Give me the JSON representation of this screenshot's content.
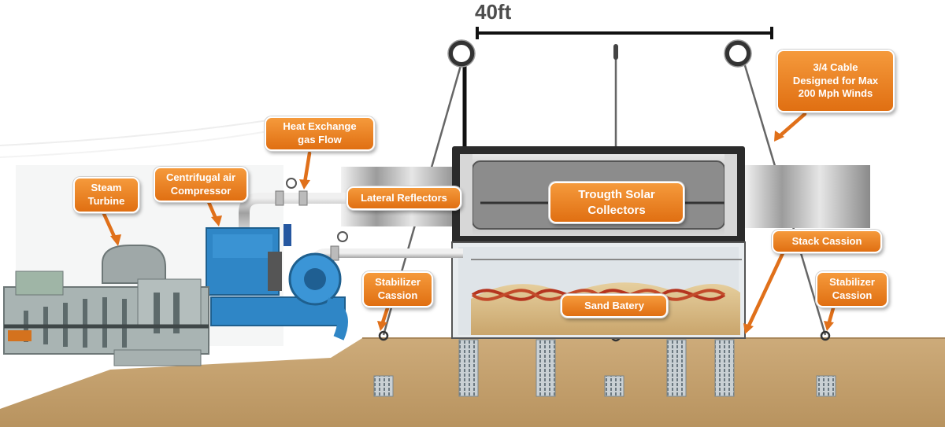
{
  "dimension": {
    "label": "40ft"
  },
  "callouts": {
    "steam_turbine": "Steam\nTurbine",
    "compressor": "Centrifugal air\nCompressor",
    "heat_exchange": "Heat Exchange\ngas Flow",
    "lateral_reflectors": "Lateral Reflectors",
    "trough_collectors": "Trougth Solar\nCollectors",
    "cable": "3/4 Cable\nDesigned for Max\n200 Mph Winds",
    "stack_cassion": "Stack Cassion",
    "stabilizer_left": "Stabilizer\nCassion",
    "stabilizer_right": "Stabilizer\nCassion",
    "sand_battery": "Sand Batery"
  },
  "colors": {
    "callout": "#e8801f",
    "arrow": "#e0701a",
    "ground": "#c8a675",
    "machine_blue": "#2f86c6",
    "turbine_gray": "#9fa8a8"
  }
}
